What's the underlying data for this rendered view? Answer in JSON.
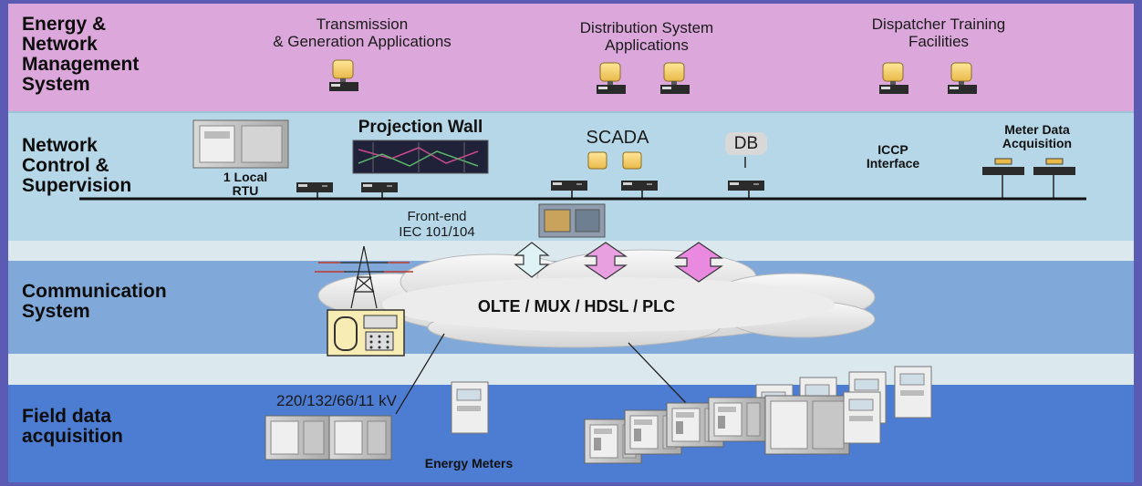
{
  "layers": {
    "management": {
      "label": "Energy &\nNetwork\nManagement\nSystem",
      "apps": [
        "Transmission\n& Generation Applications",
        "Distribution System\nApplications",
        "Dispatcher Training\nFacilities"
      ]
    },
    "control": {
      "label": "Network\nControl &\nSupervision",
      "projection_wall": "Projection Wall",
      "scada": "SCADA",
      "db": "DB",
      "iccp": "ICCP\nInterface",
      "meter_data": "Meter Data\nAcquisition",
      "rtu": "1 Local\nRTU",
      "front_end": "Front-end\nIEC 101/104"
    },
    "communication": {
      "label": "Communication\nSystem",
      "cloud_text": "OLTE / MUX / HDSL / PLC"
    },
    "field": {
      "label": "Field data\nacquisition",
      "voltage": "220/132/66/11 kV",
      "meters": "Energy Meters"
    }
  },
  "colors": {
    "management_band": "#dca8dc",
    "control_band": "#b5d7e8",
    "gap_band": "#d9e9ef",
    "communication_band": "#7fa9da",
    "field_band": "#4a7bd2",
    "arrow_pink": "#e8a0e0",
    "arrow_light": "#dff3f6"
  }
}
